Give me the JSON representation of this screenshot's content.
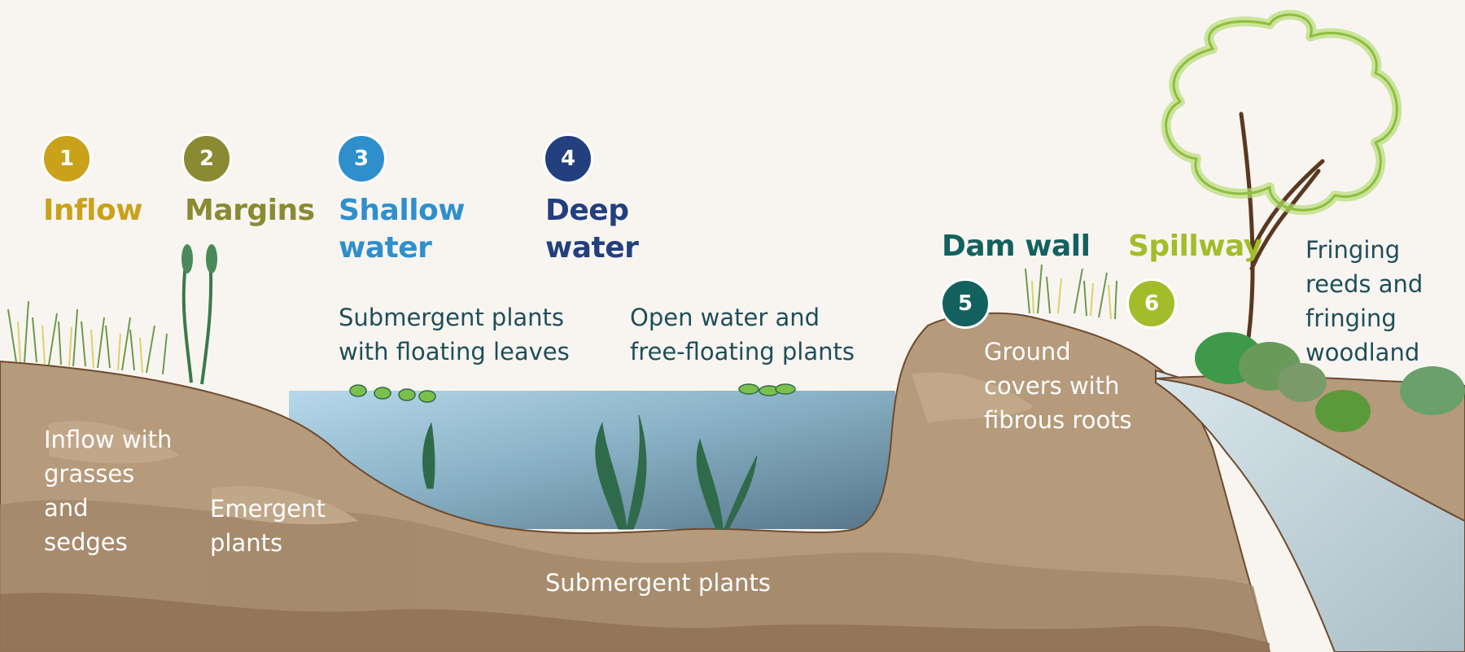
{
  "zones": [
    {
      "number": "1",
      "title": "Inflow",
      "color": "#c9a21a"
    },
    {
      "number": "2",
      "title": "Margins",
      "color": "#8a8a32"
    },
    {
      "number": "3",
      "title": "Shallow\nwater",
      "color": "#2f8fcc"
    },
    {
      "number": "4",
      "title": "Deep\nwater",
      "color": "#233f7e"
    },
    {
      "number": "5",
      "title": "Dam wall",
      "color": "#13615f"
    },
    {
      "number": "6",
      "title": "Spillway",
      "color": "#a3bc2a"
    }
  ],
  "labels": {
    "submergent_floating": "Submergent plants\nwith floating leaves",
    "open_water": "Open water and\nfree-floating plants",
    "inflow_grasses": "Inflow with\ngrasses\nand\nsedges",
    "emergent": "Emergent\nplants",
    "submergent": "Submergent plants",
    "ground_covers": "Ground\ncovers with\nfibrous roots",
    "fringing": "Fringing\nreeds and\nfringing\nwoodland"
  },
  "colors": {
    "background": "#f8f5f1",
    "soil": "#b59a7b",
    "soil_dark": "#8c6e52",
    "water_light": "#a9cde0",
    "water_deep": "#5f7e8e",
    "plant_dark": "#2f6b4a",
    "grass_yellow": "#d9d26a",
    "tree_outline": "#8cbf3a"
  }
}
